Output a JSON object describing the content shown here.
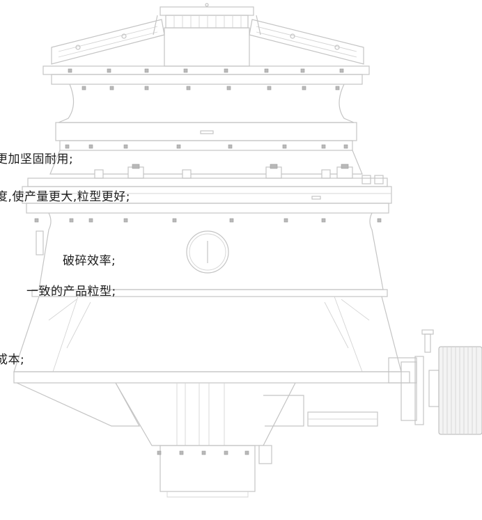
{
  "features": [
    "更加坚固耐用;",
    "度,使产量更大,粒型更好;",
    "破碎效率;",
    "一致的产品粒型;",
    "成本;"
  ]
}
